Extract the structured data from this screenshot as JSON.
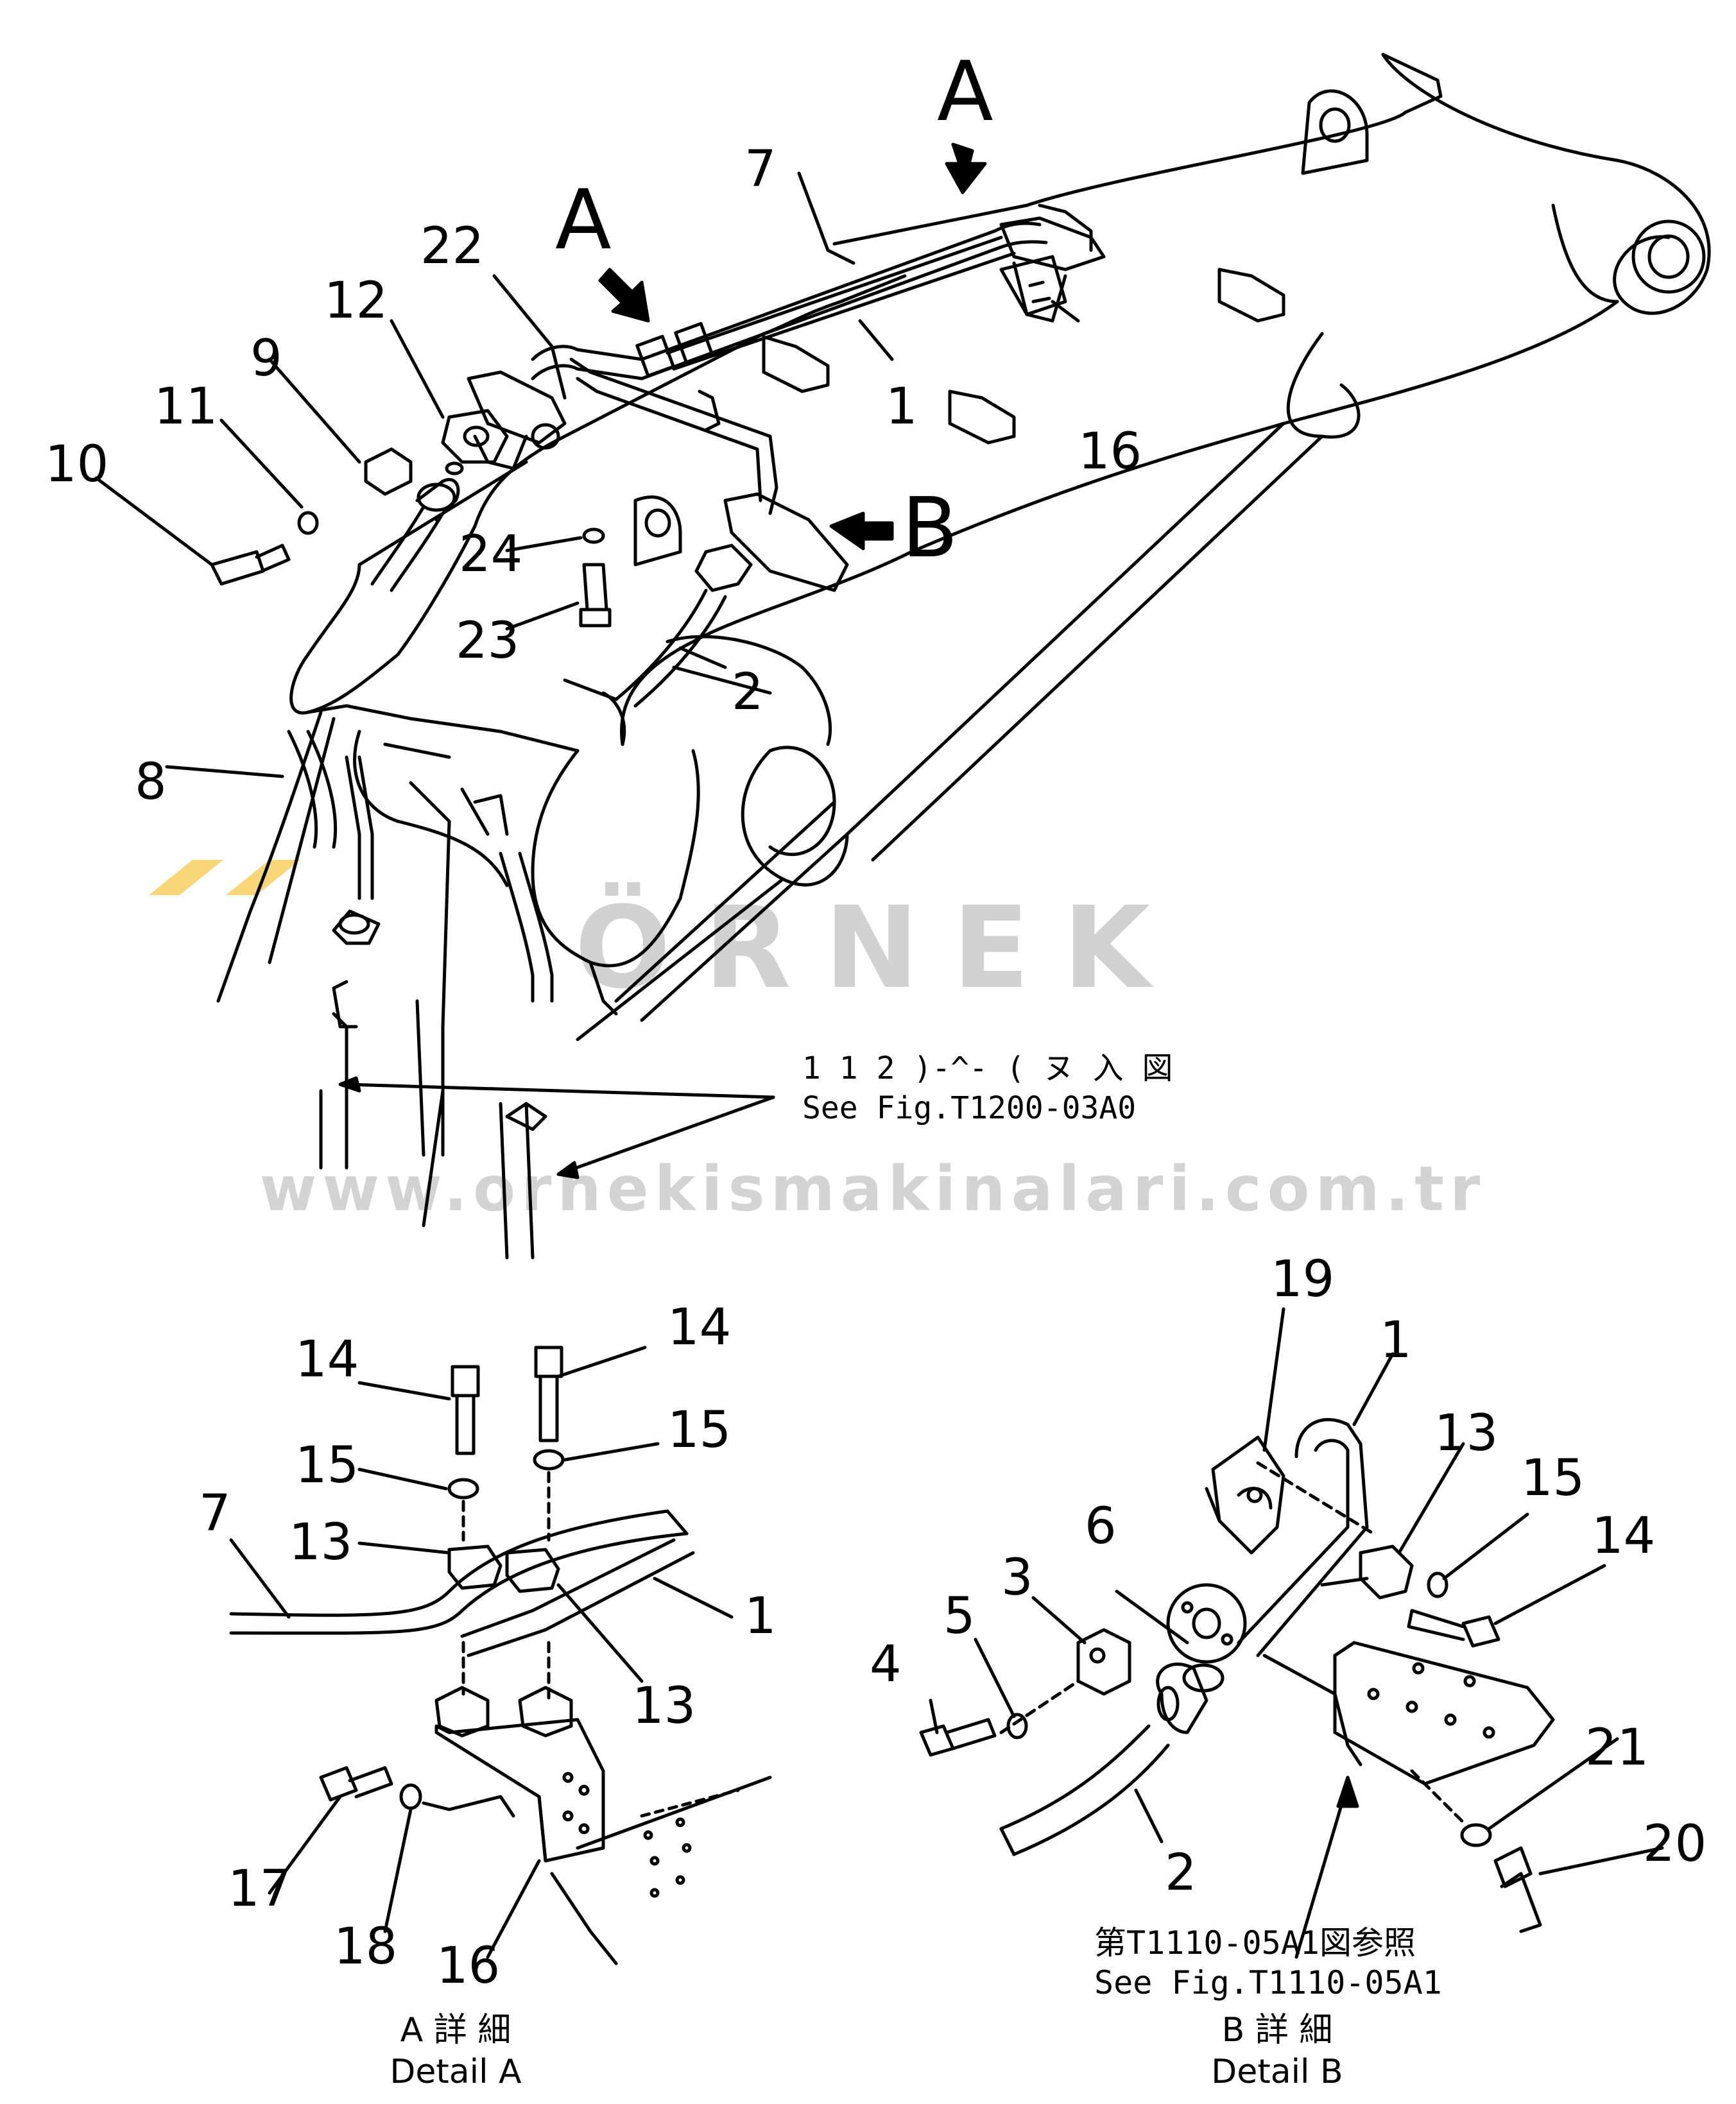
{
  "watermark": {
    "brand": "ÖRNEK",
    "url": "www.ornekismakinalari.com.tr",
    "brand_color": "#c8c8c8",
    "accent_color": "#f5c84a"
  },
  "view_markers": {
    "a_upper": "A",
    "a_lower": "A",
    "b_side": "B"
  },
  "main_callouts": {
    "p7": "7",
    "p22": "22",
    "p12": "12",
    "p9": "9",
    "p11": "11",
    "p10": "10",
    "p1": "1",
    "p16": "16",
    "p24": "24",
    "p23": "23",
    "p2": "2",
    "p8": "8"
  },
  "detail_a": {
    "p14a": "14",
    "p14b": "14",
    "p15a": "15",
    "p15b": "15",
    "p7": "7",
    "p13a": "13",
    "p1": "1",
    "p13b": "13",
    "p17": "17",
    "p18": "18",
    "p16": "16",
    "caption_jp": "A 詳 細",
    "caption_en": "Detail A"
  },
  "detail_b": {
    "p19": "19",
    "p1": "1",
    "p13": "13",
    "p15": "15",
    "p14": "14",
    "p6": "6",
    "p3": "3",
    "p5": "5",
    "p4": "4",
    "p2": "2",
    "p21": "21",
    "p20": "20",
    "caption_jp": "B 詳 細",
    "caption_en": "Detail B"
  },
  "references": {
    "t1200_jp": "1 1 2 )-^- ( ヌ 入 図",
    "t1200_en": "See Fig.T1200-03A0",
    "t1110_jp": "第T1110-05A1図参照",
    "t1110_en": "See Fig.T1110-05A1"
  }
}
